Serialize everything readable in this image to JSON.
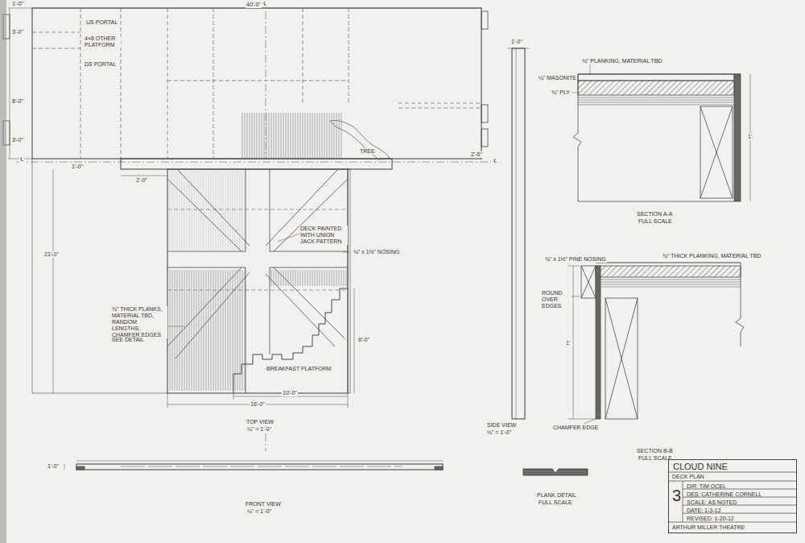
{
  "diagram": {
    "nodes": [
      {
        "text": [
          "CLOUD NINE",
          "DECK PLAN",
          "3",
          "DIR: TIM OCEL",
          "DES: CATHERINE CORNELL",
          "SCALE: AS NOTED",
          "DATE: 1-3-12",
          "REVISED: 1-20-12",
          "ARTHUR MILLER THEATRE"
        ]
      }
    ],
    "labels": [
      "℄",
      "℄",
      "℄",
      "40'-0\"",
      "US PORTAL",
      "4×8 OTHER PLATFORM",
      "DS PORTAL",
      "1'-0\"",
      "3'-0\"",
      "8'-0\"",
      "3'-0\"",
      "TREE",
      "2'-6\"",
      "1'-0\"",
      "2'-0\"",
      "21'-0\"",
      "DECK PAINTED WITH UNION JACK PATTERN",
      "¾\" x 1½\" NOSING",
      "¾\" THICK PLANKS, MATERIAL TBD, RANDOM LENGTHS, CHAMFER EDGES",
      "SEE DETAIL",
      "6'-0\"",
      "BREAKFAST PLATFORM",
      "10'-0\"",
      "16'-0\"",
      "TOP VIEW",
      "¼\" = 1'-0\"",
      "1'-0\"",
      "FRONT VIEW",
      "¼\" = 1'-0\"",
      "1'-0\"",
      "SIDE VIEW",
      "¼\" = 1'-0\"",
      "PLANK DETAIL",
      "FULL SCALE",
      "¾\" PLANKING, MATERIAL TBD",
      "¼\" MASONITE",
      "¾\" PLY",
      "1'",
      "SECTION A-A",
      "FULL SCALE",
      "¾\" x 1½\" PINE NOSING",
      "¾\" THICK PLANKING, MATERIAL TBD",
      "ROUND OVER EDGES",
      "1'",
      "CHAMFER EDGE",
      "SECTION B-B",
      "FULL SCALE"
    ]
  }
}
